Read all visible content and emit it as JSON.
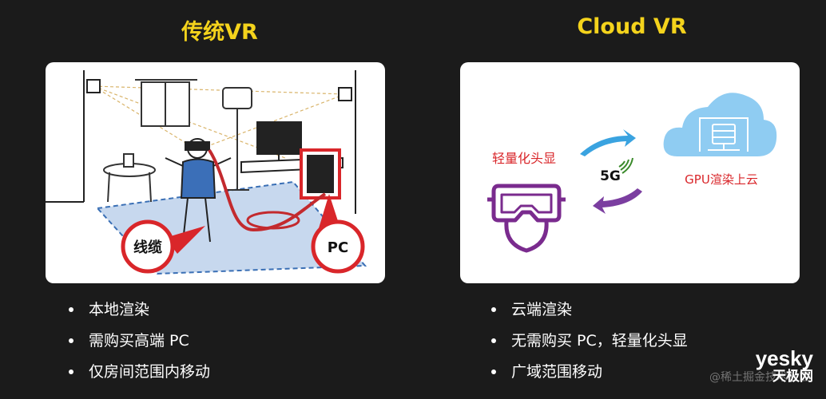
{
  "left": {
    "title": "传统VR",
    "labels": {
      "cable": "线缆",
      "pc": "PC"
    },
    "bullets": [
      "本地渲染",
      "需购买高端 PC",
      "仅房间范围内移动"
    ]
  },
  "right": {
    "title": "Cloud VR",
    "labels": {
      "headset": "轻量化头显",
      "network": "5G",
      "cloud": "GPU渲染上云"
    },
    "bullets": [
      "云端渲染",
      "无需购买 PC，轻量化头显",
      "广域范围移动"
    ]
  },
  "watermark": "@稀土掘金技术社区",
  "brand": {
    "logo": "yesky",
    "subtitle": "天极网"
  },
  "colors": {
    "title": "#f4d31c",
    "background": "#1b1b1b",
    "accent_red": "#d9262a",
    "headset_purple": "#7a2b8e",
    "cloud_blue": "#7ec4ef",
    "arrow_blue": "#3aa3e0",
    "arrow_purple": "#7b3ea0"
  }
}
